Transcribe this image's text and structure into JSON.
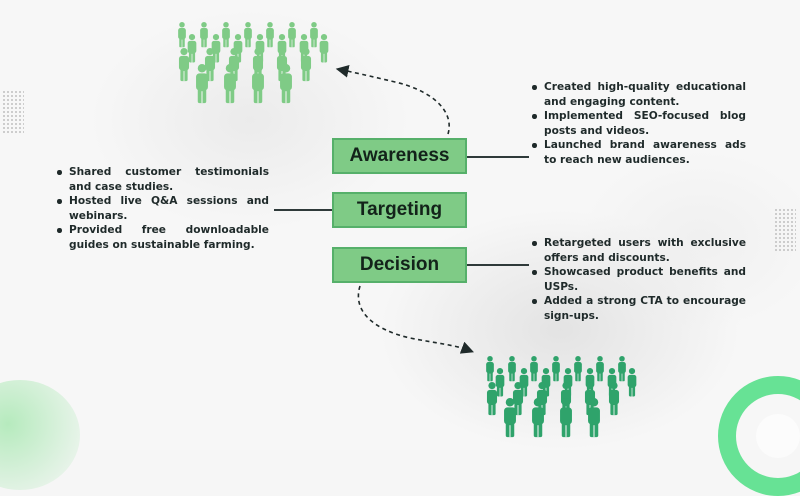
{
  "stages": [
    {
      "id": "awareness",
      "label": "Awareness"
    },
    {
      "id": "targeting",
      "label": "Targeting"
    },
    {
      "id": "decision",
      "label": "Decision"
    }
  ],
  "awareness_points": [
    "Created high-quality educational and engaging content.",
    "Implemented SEO-focused blog posts and videos.",
    "Launched brand awareness ads to reach new audiences."
  ],
  "targeting_points": [
    "Shared customer testimonials and case studies.",
    "Hosted live Q&A sessions and webinars.",
    "Provided free downloadable guides on sustainable farming."
  ],
  "decision_points": [
    "Retargeted users with exclusive offers and discounts.",
    "Showcased product benefits and USPs.",
    "Added a strong CTA to encourage sign-ups."
  ],
  "colors": {
    "stage_fill": "#7fcb86",
    "stage_border": "#56b06a",
    "crowd_top": "#7fcb86",
    "crowd_bottom": "#2fa36b",
    "accent_ring": "#5fe08f",
    "text": "#1f2a2a"
  },
  "icons": {
    "top_crowd": "people-crowd-icon",
    "bottom_crowd": "people-crowd-icon",
    "arrows": "dashed-curved-arrow-icon"
  }
}
